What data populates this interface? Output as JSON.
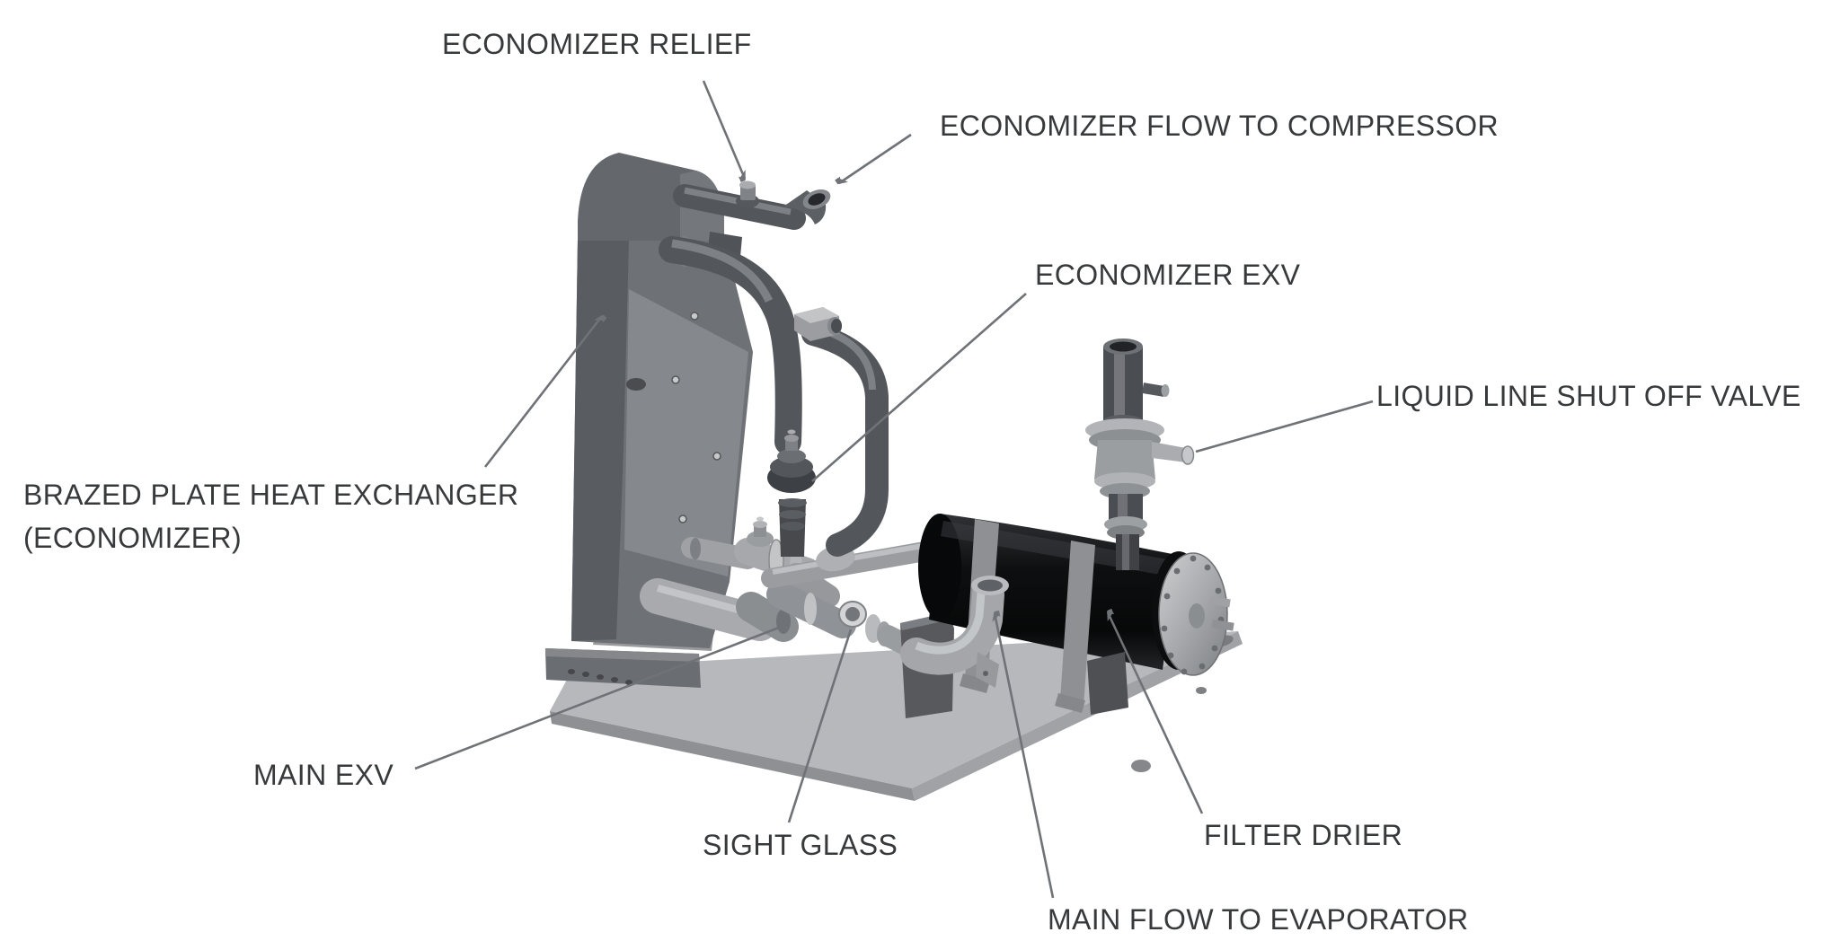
{
  "diagram": {
    "type": "labeled-equipment-diagram",
    "subject": "Economizer / liquid line piping assembly (3D CAD render, grayscale)",
    "background_color": "#ffffff",
    "label_text_color": "#37393b",
    "leader_line_color": "#6f7276",
    "labels": {
      "economizer_relief": "ECONOMIZER RELIEF",
      "economizer_flow_to_compressor": "ECONOMIZER FLOW TO COMPRESSOR",
      "economizer_exv": "ECONOMIZER EXV",
      "liquid_line_shut_off_valve": "LIQUID LINE SHUT OFF VALVE",
      "brazed_plate_line1": "BRAZED PLATE HEAT EXCHANGER",
      "brazed_plate_line2": "(ECONOMIZER)",
      "main_exv": "MAIN EXV",
      "sight_glass": "SIGHT GLASS",
      "filter_drier": "FILTER DRIER",
      "main_flow_to_evaporator": "MAIN FLOW TO EVAPORATOR"
    },
    "colors": {
      "tower_dark": "#64676b",
      "tower_face_shadow": "#595c60",
      "tower_side_panel": "#85888c",
      "gusset_plate": "#97999d",
      "pipe_dark": "#53565a",
      "pipe_highlight": "#82858a",
      "pipe_light": "#9a9da0",
      "filter_drier_black": "#101113",
      "flange_light": "#b4b6b9",
      "base_plate_top": "#b6b8bb",
      "base_plate_edge_left": "#8e9093",
      "base_plate_edge_right": "#a0a2a5"
    }
  }
}
